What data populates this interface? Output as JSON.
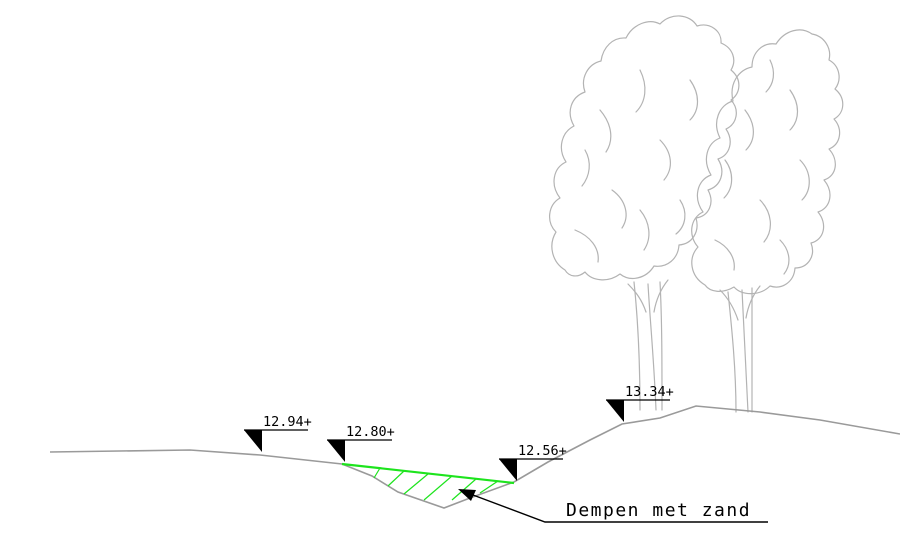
{
  "drawing": {
    "subject": "cross-section ditch fill",
    "icons": [
      "tree-icon",
      "level-marker-icon"
    ],
    "colors": {
      "ground": "#9a9a9a",
      "fill_area": "#1de41d",
      "annotation": "#000000",
      "trees": "#b3b3b3"
    }
  },
  "levels": [
    {
      "id": "left-bank",
      "label": "12.94+"
    },
    {
      "id": "ditch-top-left",
      "label": "12.80+"
    },
    {
      "id": "ditch-top-right",
      "label": "12.56+"
    },
    {
      "id": "embankment-top",
      "label": "13.34+"
    }
  ],
  "annotation": {
    "text": "Dempen met zand"
  }
}
